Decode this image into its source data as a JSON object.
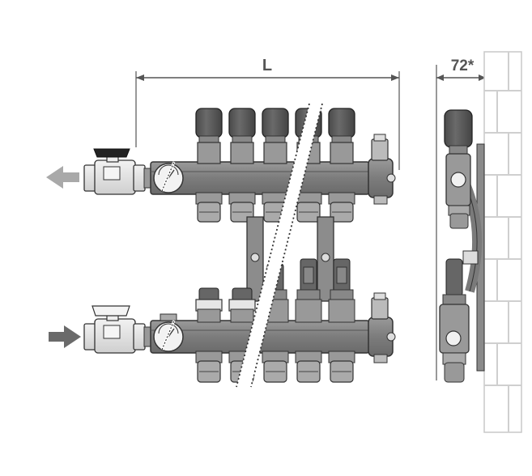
{
  "dimensions": {
    "length_label": "L",
    "depth_label": "72*"
  },
  "flow": {
    "supply_direction": "in",
    "return_direction": "out"
  },
  "manifold": {
    "outlet_count": 5
  },
  "colors": {
    "body": "#8a8a8a",
    "body_dark": "#6f6f6f",
    "cap": "#555555",
    "arrow": "#6a6a6a",
    "arrow_light": "#a9a9a9",
    "wall_line": "#c8c8c8",
    "line": "#333333"
  },
  "icons": [
    "gauge-icon",
    "flow-arrow-icon",
    "ball-valve-handle-icon"
  ]
}
